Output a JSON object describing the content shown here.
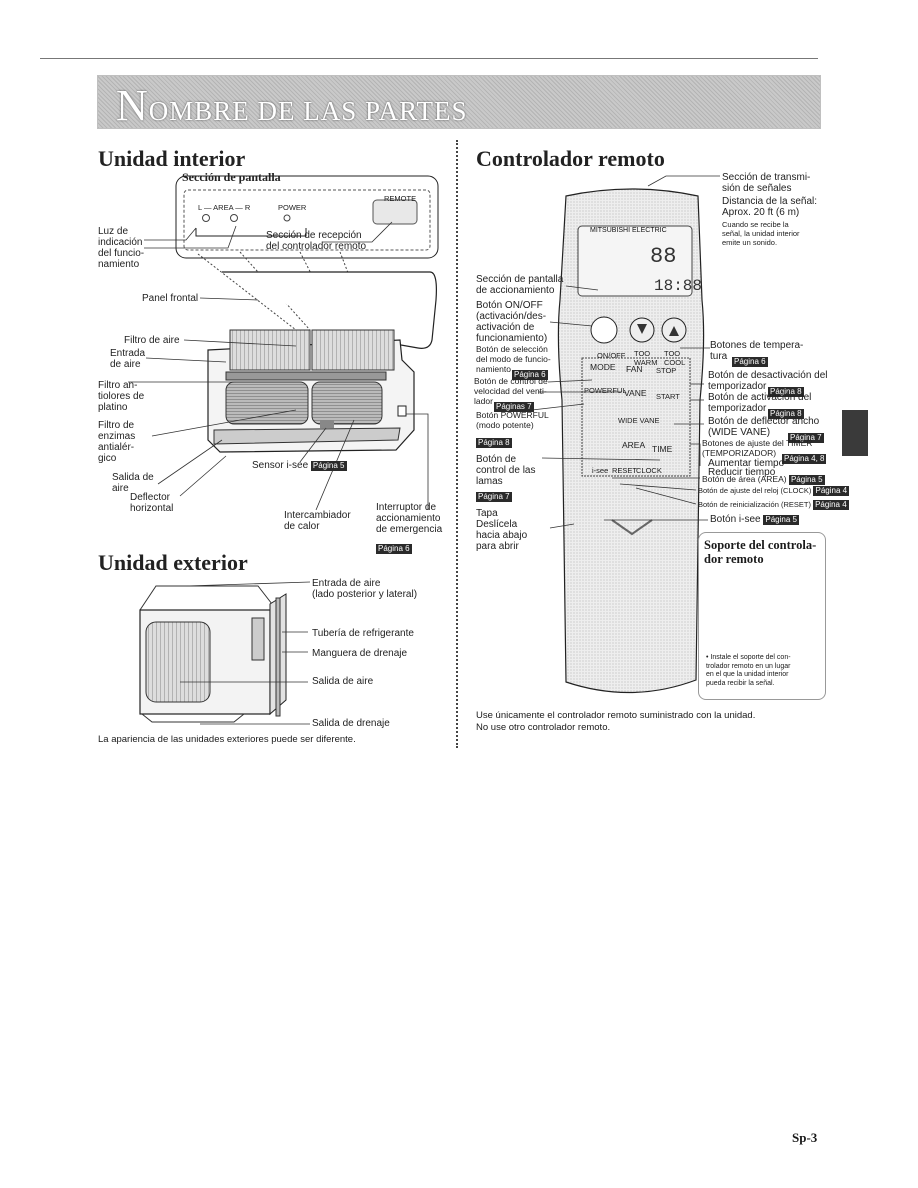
{
  "banner": {
    "title_initial": "N",
    "title_rest": "OMBRE DE LAS PARTES"
  },
  "indoor": {
    "title": "Unidad interior",
    "display_section": "Sección de pantalla",
    "mini": {
      "area": "L — AREA — R",
      "power": "POWER",
      "remote": "REMOTE"
    },
    "labels": {
      "luz": "Luz de\nindicación\ndel funcio-\nnamiento",
      "recepcion": "Sección de recepción\ndel controlador remoto",
      "panel": "Panel frontal",
      "filtro_aire": "Filtro de aire",
      "entrada": "Entrada\nde aire",
      "antiolores": "Filtro an-\ntiolores de\nplatino",
      "enzimas": "Filtro de\nenzimas\nantialér-\ngico",
      "salida": "Salida de\naire",
      "deflector": "Deflector\nhorizontal",
      "sensor": "Sensor i-see",
      "sensor_page": "Página 5",
      "intercambiador": "Intercambiador\nde calor",
      "interruptor": "Interruptor de\naccionamiento\nde emergencia",
      "interruptor_page": "Página 6"
    }
  },
  "outdoor": {
    "title": "Unidad exterior",
    "labels": {
      "entrada": "Entrada de aire\n(lado posterior y lateral)",
      "tuberia": "Tubería de refrigerante",
      "manguera": "Manguera de drenaje",
      "salida_aire": "Salida de aire",
      "salida_drenaje": "Salida de drenaje"
    },
    "note": "La apariencia de las unidades exteriores puede ser diferente."
  },
  "remote": {
    "title": "Controlador remoto",
    "brand": "MITSUBISHI ELECTRIC",
    "buttons": {
      "on_off": "ON/OFF",
      "too_warm": "TOO\nWARM",
      "too_cool": "TOO\nCOOL",
      "mode": "MODE",
      "fan": "FAN",
      "stop": "STOP",
      "powerful": "POWERFUL",
      "vane": "VANE",
      "start": "START",
      "wide_vane": "WIDE VANE",
      "area": "AREA",
      "time": "TIME",
      "isee": "i-see",
      "reset": "RESET",
      "clock": "CLOCK"
    },
    "labels": {
      "transmision": "Sección de transmi-\nsión de señales",
      "distancia": "Distancia de la señal:\nAprox. 20 ft (6 m)",
      "cuando": "Cuando se recibe la\nseñal, la unidad interior\nemite un sonido.",
      "pantalla": "Sección de pantalla\nde accionamiento",
      "onoff": "Botón ON/OFF\n(activación/des-\nactivación de\nfuncionamiento)",
      "modo": "Botón de selección\ndel modo de funcio-\nnamiento",
      "modo_page": "Página 6",
      "velocidad": "Botón de control de\nvelocidad del venti-\nlador",
      "velocidad_page": "Páginas 7",
      "powerful": "Botón POWERFUL\n(modo potente)",
      "powerful_page": "Página 8",
      "lamas": "Botón de\ncontrol de las\nlamas",
      "lamas_page": "Página 7",
      "tapa": "Tapa\nDeslícela\nhacia abajo\npara abrir",
      "temperatura": "Botones de tempera-\ntura",
      "temperatura_page": "Página 6",
      "desactivacion": "Botón de desactivación del\ntemporizador",
      "desactivacion_page": "Página 8",
      "activacion": "Botón de activación del\ntemporizador",
      "activacion_page": "Página 8",
      "wide": "Botón de deflector ancho\n(WIDE VANE)",
      "wide_page": "Página 7",
      "timer": "Botones de ajuste del TIMER\n(TEMPORIZADOR)",
      "timer_page": "Página 4, 8",
      "aumentar": "Aumentar tiempo",
      "reducir": "Reducir tiempo",
      "area": "Botón de área (AREA)",
      "area_page": "Página 5",
      "clock": "Botón de ajuste del reloj (CLOCK)",
      "clock_page": "Página 4",
      "reset": "Botón de reinicialización (RESET)",
      "reset_page": "Página 4",
      "isee": "Botón i-see",
      "isee_page": "Página 5"
    },
    "holder": {
      "title": "Soporte del controla-\ndor remoto",
      "note": "• Instale el soporte del con-\n  trolador remoto en un lugar\n  en el que la unidad interior\n  pueda recibir la señal."
    },
    "note": "Use únicamente el controlador remoto suministrado con la unidad.\nNo use otro controlador remoto."
  },
  "footer": {
    "page": "Sp-3"
  }
}
